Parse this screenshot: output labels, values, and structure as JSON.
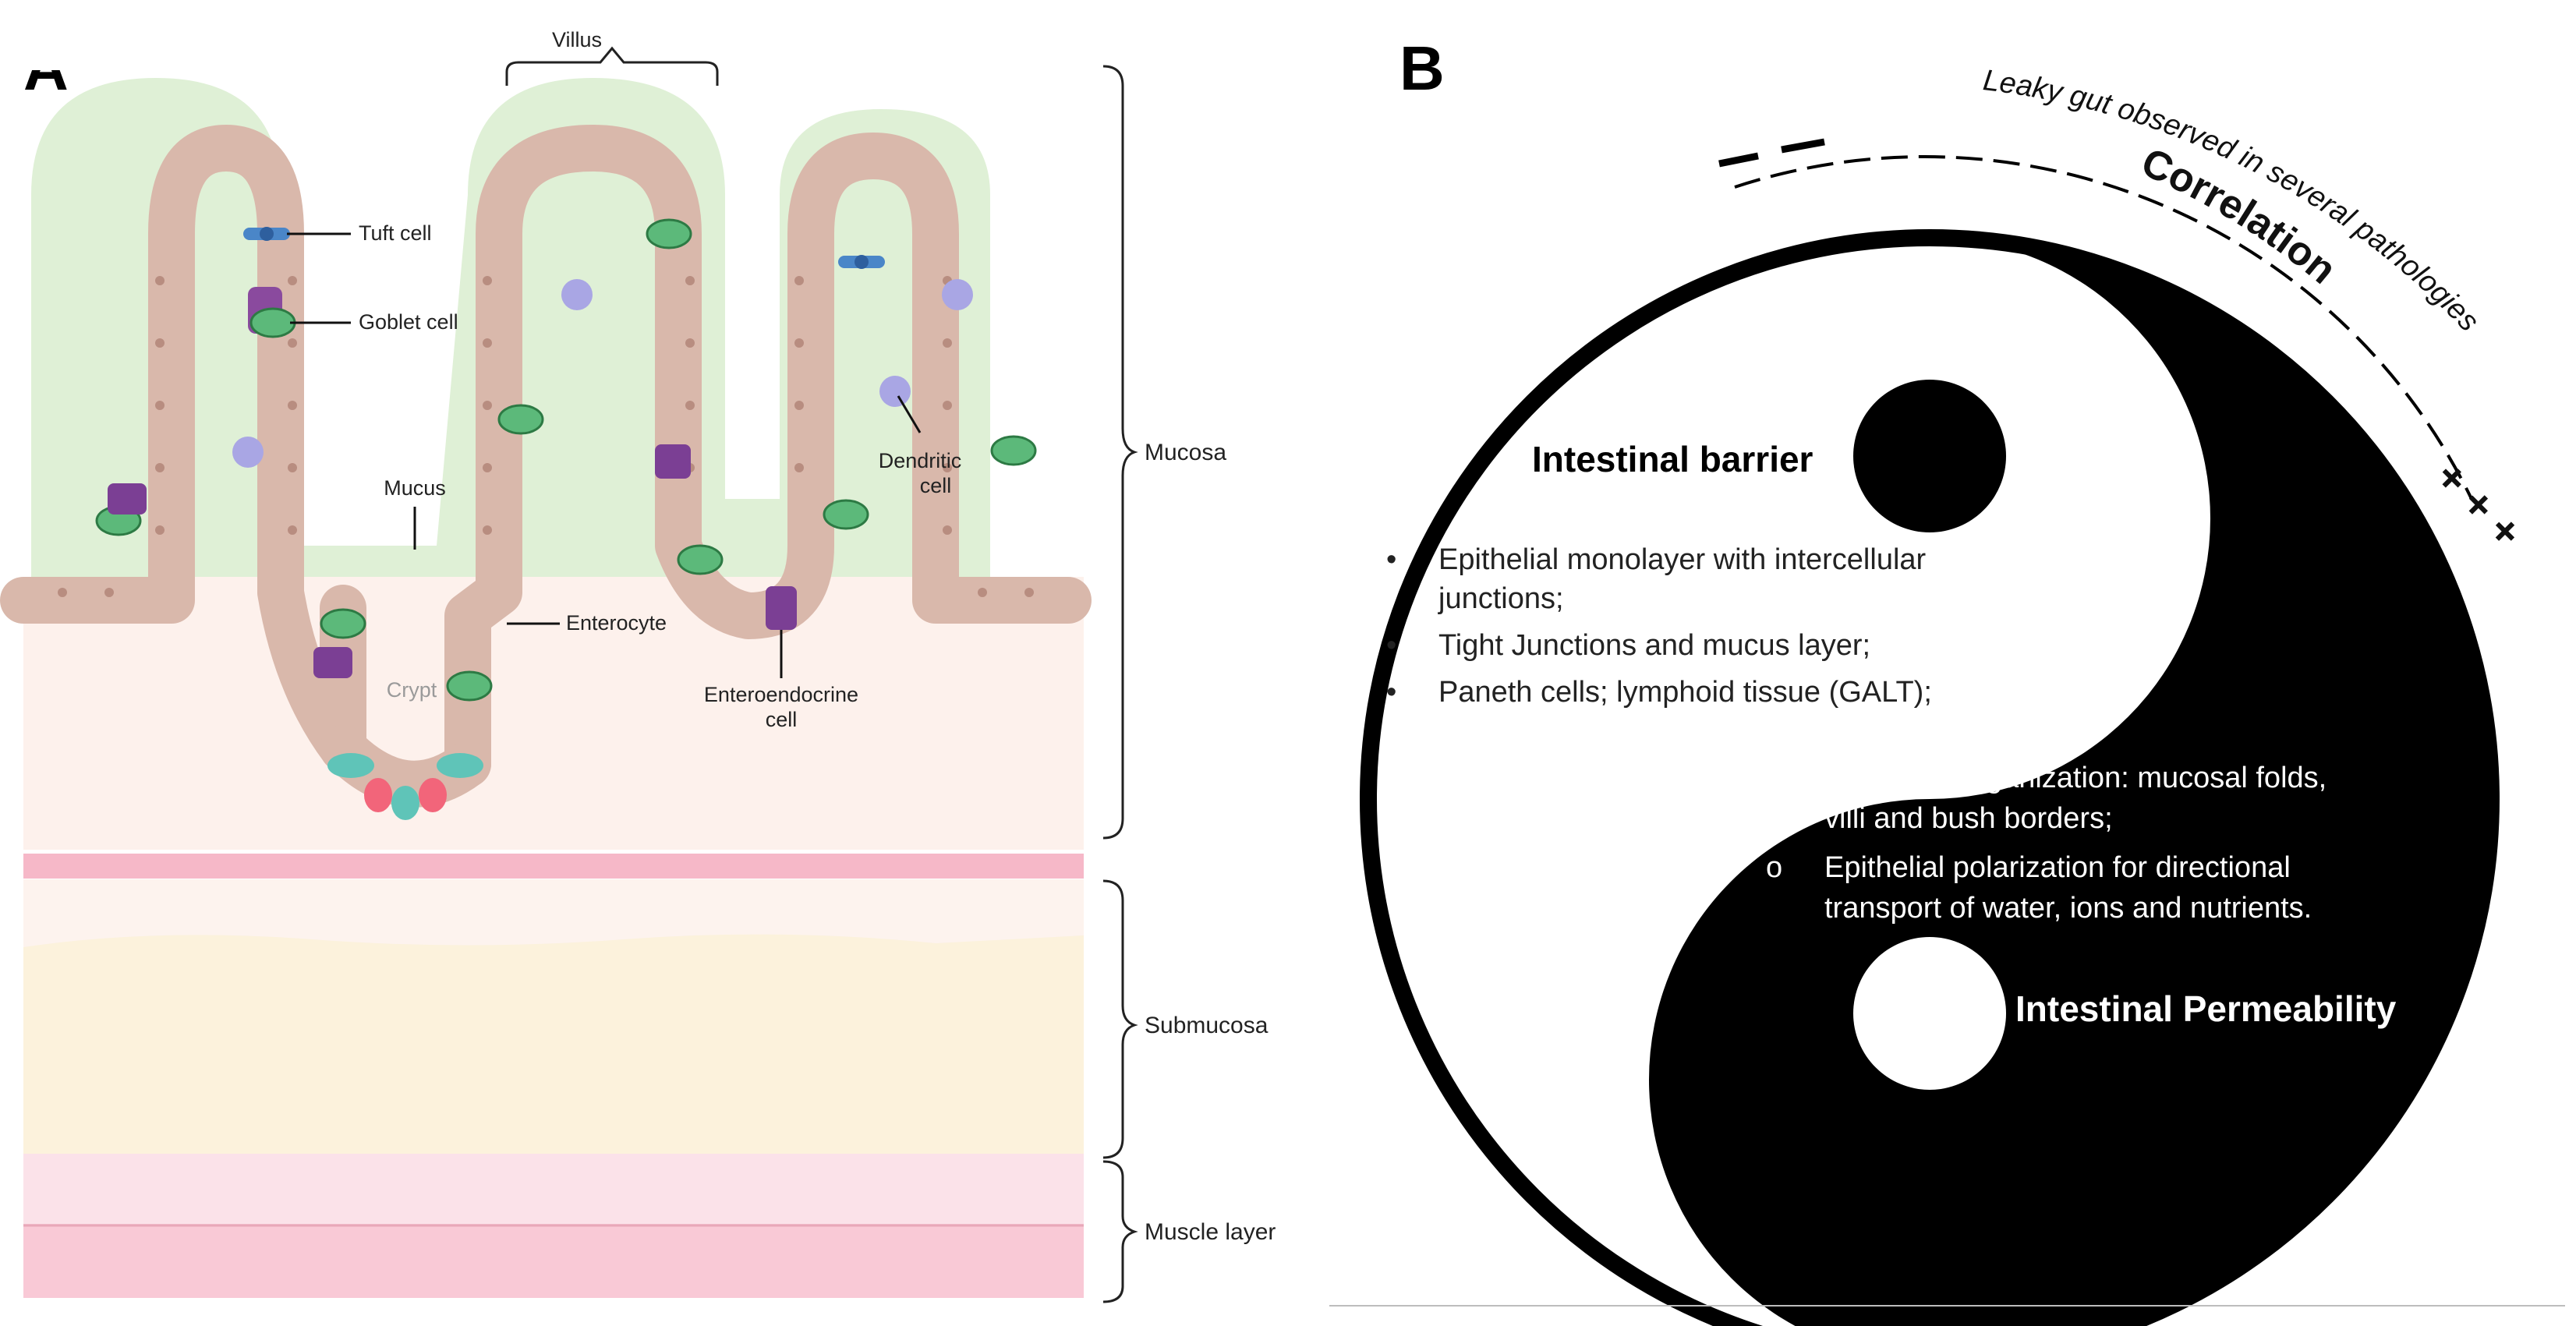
{
  "panel_a": {
    "letter": "A",
    "labels": {
      "villus": "Villus",
      "tuft_cell": "Tuft cell",
      "goblet_cell": "Goblet cell",
      "mucus": "Mucus",
      "enterocyte": "Enterocyte",
      "crypt": "Crypt",
      "dendritic_cell_1": "Dendritic",
      "dendritic_cell_2": "cell",
      "enteroendocrine_cell_1": "Enteroendocrine",
      "enteroendocrine_cell_2": "cell",
      "mucosa": "Mucosa",
      "submucosa": "Submucosa",
      "muscle_layer": "Muscle layer"
    },
    "colors": {
      "mucus": "#dff0d6",
      "mucosa": "#fdf1ec",
      "epithelium": "#d9b8ab",
      "submucosa": "#fcf2dc",
      "muscle_light": "#fbe2e9",
      "muscle_dark": "#f9c9d6",
      "goblet": "#8a4a9e",
      "enteroendocrine": "#7b3f94",
      "tuft": "#4a86c8",
      "dendritic": "#a9a6e4",
      "stem": "#5fc4b8",
      "paneth": "#f2657a"
    }
  },
  "panel_b": {
    "letter": "B",
    "correlation": "Correlation",
    "leaky_gut": "Leaky gut observed in several pathologies",
    "minus_signs": "- -",
    "plus_signs": "+ + +",
    "barrier_title": "Intestinal barrier",
    "barrier_items": [
      {
        "marker": "•",
        "text": "Epithelial   monolayer   with   intercellular"
      },
      {
        "marker": "",
        "text": "junctions;"
      },
      {
        "marker": "•",
        "text": "Tight Junctions and mucus layer;"
      },
      {
        "marker": "•",
        "text": "Paneth cells; lymphoid tissue (GALT);"
      }
    ],
    "permeability_items": [
      {
        "marker": "o",
        "text": "Structural organization: mucosal folds,"
      },
      {
        "marker": "",
        "text": "villi and bush borders;"
      },
      {
        "marker": "o",
        "text": "Epithelial  polarization  for  directional"
      },
      {
        "marker": "",
        "text": "transport of water, ions and nutrients."
      }
    ],
    "permeability_title": "Intestinal Permeability"
  }
}
